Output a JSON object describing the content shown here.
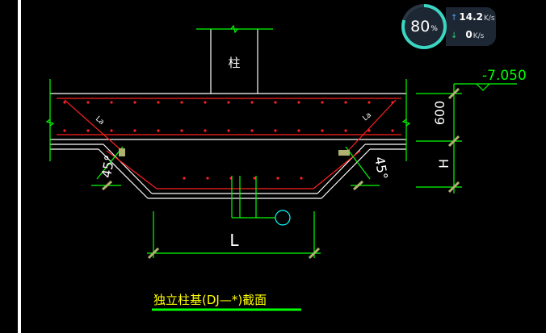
{
  "drawing": {
    "column_label": "柱",
    "elevation": "-7.050",
    "dim_thickness": "600",
    "dim_height": "H",
    "dim_length": "L",
    "angle_left": "45°",
    "angle_right": "45°",
    "anchor_left": "La",
    "anchor_right": "La",
    "callout": "",
    "caption": "独立柱基(DJ—*)截面"
  },
  "net_widget": {
    "percent": "80",
    "percent_sign": "%",
    "upload_value": "14.2",
    "upload_unit": "K/s",
    "download_value": "0",
    "download_unit": "K/s",
    "ring_color": "#3ad6c2"
  },
  "colors": {
    "outline": "#ffffff",
    "dimension": "#00ff00",
    "rebar": "#ff2020",
    "accent": "#00ffff",
    "caption": "#ffff00",
    "underline": "#00ff00"
  }
}
